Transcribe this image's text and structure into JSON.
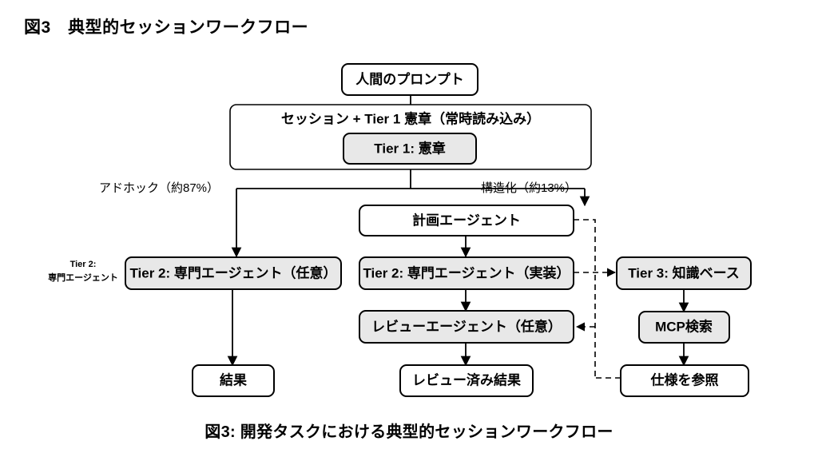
{
  "figure": {
    "title": "図3　典型的セッションワークフロー",
    "caption": "図3: 開発タスクにおける典型的セッションワークフロー"
  },
  "colors": {
    "background": "#ffffff",
    "stroke": "#000000",
    "node_fill": "#ffffff",
    "node_fill_shaded": "#e8e8e8"
  },
  "nodes": {
    "human_prompt": "人間のプロンプト",
    "session_group": "セッション + Tier 1 憲章（常時読み込み）",
    "tier1_charter": "Tier 1: 憲章",
    "planning_agent": "計画エージェント",
    "tier2_optional": "Tier 2: 専門エージェント（任意）",
    "tier2_impl": "Tier 2: 専門エージェント（実装）",
    "tier3_kb": "Tier 3: 知識ベース",
    "review_agent": "レビューエージェント（任意）",
    "mcp_search": "MCP検索",
    "result": "結果",
    "reviewed_result": "レビュー済み結果",
    "consult_spec": "仕様を参照"
  },
  "edge_labels": {
    "adhoc": "アドホック（約87%）",
    "structured": "構造化（約13%）"
  },
  "side_labels": {
    "tier2_line1": "Tier 2:",
    "tier2_line2": "専門エージェント"
  }
}
